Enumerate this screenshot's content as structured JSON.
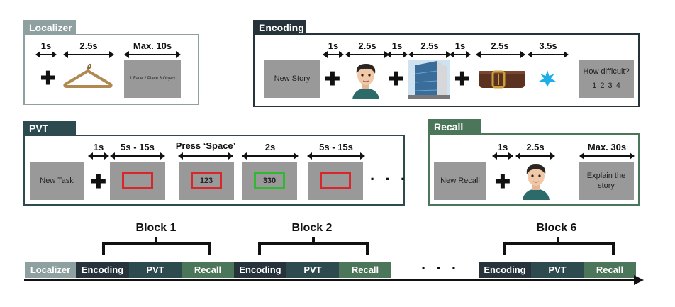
{
  "colors": {
    "localizer": "#8fa0a0",
    "encoding": "#27333b",
    "pvt": "#2d4a4f",
    "recall": "#4c7659",
    "screen": "#999999",
    "red": "#d9262b",
    "green": "#2fb830",
    "star": "#1eaee6"
  },
  "localizer": {
    "tab": "Localizer",
    "times": [
      "1s",
      "2.5s",
      "Max. 10s"
    ],
    "screen_text": "1.Face 2.Place 3.Object",
    "stimulus_icon": "coat-hanger-icon"
  },
  "encoding": {
    "tab": "Encoding",
    "times": [
      "1s",
      "2.5s",
      "1s",
      "2.5s",
      "1s",
      "2.5s",
      "3.5s"
    ],
    "new_story": "New Story",
    "question": "How difficult?",
    "scale": "1 2 3 4",
    "stimulus_icons": [
      "face-icon",
      "building-icon",
      "belt-icon",
      "star-icon"
    ]
  },
  "pvt": {
    "tab": "PVT",
    "times": [
      "1s",
      "5s - 15s",
      "Press ‘Space’",
      "2s",
      "5s - 15s"
    ],
    "new_task": "New Task",
    "counter": "123",
    "result": "330",
    "dots": "· · ·"
  },
  "recall": {
    "tab": "Recall",
    "times": [
      "1s",
      "2.5s",
      "Max. 30s"
    ],
    "new_recall": "New Recall",
    "explain": "Explain the story",
    "stimulus_icon": "face-icon"
  },
  "timeline": {
    "blocks": [
      "Block 1",
      "Block 2",
      "Block 6"
    ],
    "segments": [
      "Localizer",
      "Encoding",
      "PVT",
      "Recall",
      "Encoding",
      "PVT",
      "Recall",
      "Encoding",
      "PVT",
      "Recall"
    ],
    "dots": "· · ·"
  }
}
